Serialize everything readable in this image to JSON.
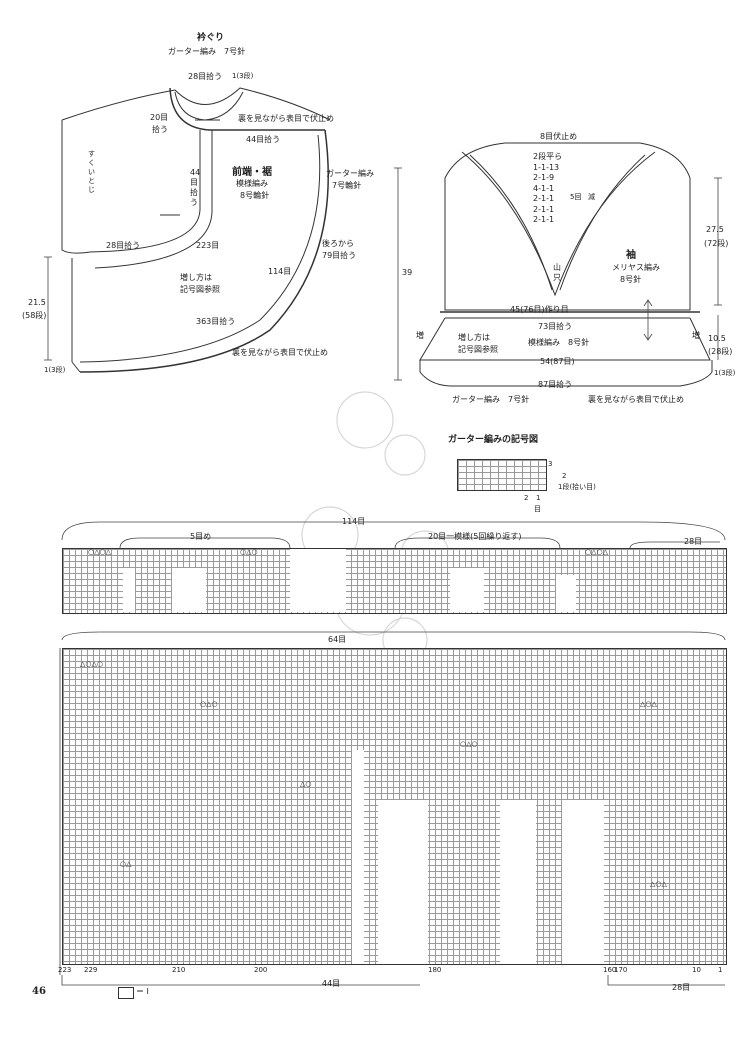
{
  "collar": {
    "title": "衿ぐり",
    "subtitle": "ガーター編み　7号針",
    "label_28_pick": "28目拾う",
    "label_1row": "1(3段)",
    "label_20": "20目",
    "label_20_pick": "拾う",
    "label_bind_off": "裏を見ながら表目で伏止め",
    "label_44_pick": "44目拾う",
    "label_44_vertical": "44目拾う",
    "label_sukui": "すくいとじ",
    "front_title": "前端・裾",
    "front_pattern": "模様編み",
    "front_needle": "8号輪針",
    "label_garter": "ガーター編み",
    "label_garter_needle": "7号輪針",
    "label_back_from": "後ろから",
    "label_79": "79目拾う",
    "label_28b": "28目拾う",
    "label_223": "223目",
    "label_114": "114目",
    "label_increase": "増し方は",
    "label_ref": "記号図参照",
    "label_363": "363目拾う",
    "label_21_5": "21.5",
    "label_58": "(58段)",
    "label_39": "39",
    "label_bind_off2": "裏を見ながら表目で伏止め",
    "label_1_3": "1(3段)"
  },
  "sleeve": {
    "label_8_bind": "8目伏止め",
    "dec_table": [
      "2段平ら",
      "1-1-13",
      "2-1-9",
      "4-1-1",
      "2-1-1",
      "2-1-1",
      "2-1-1"
    ],
    "label_5times": "5回",
    "label_dec": "減",
    "label_27_5": "27.5",
    "label_72": "(72段)",
    "title": "袖",
    "pattern": "メリヤス編み",
    "needle": "8号針",
    "label_45": "45(76目)作り目",
    "label_73": "73目拾う",
    "label_increase": "増し方は",
    "label_ref": "記号図参照",
    "label_pattern2": "模様編み　8号針",
    "label_54": "54(87目)",
    "label_87": "87目拾う",
    "label_10_5": "10.5",
    "label_28": "(28段)",
    "label_1": "1(3段)",
    "label_garter": "ガーター編み　7号針",
    "label_bind_off": "裏を見ながら表目で伏止め",
    "label_side_left": "増",
    "label_side_right": "増",
    "label_center": "山",
    "label_center2": "只"
  },
  "garter_key": {
    "title": "ガーター編みの記号図",
    "row3": "3",
    "row2": "2",
    "row1": "1段(拾い目)",
    "col2": "2",
    "col1": "1",
    "col_unit": "目"
  },
  "chart": {
    "label_114": "114目",
    "label_5dec": "5目め",
    "label_20_rep": "20目一模様(5回繰り返す)",
    "label_28": "28目",
    "label_64": "64目",
    "bottom_numbers": [
      "223",
      "229",
      "210",
      "200",
      "180",
      "160",
      "170",
      "10",
      "1"
    ],
    "label_44": "44目",
    "label_28b": "28目",
    "legend_sym": "＝ Ⅰ"
  },
  "page": {
    "number": "46"
  }
}
